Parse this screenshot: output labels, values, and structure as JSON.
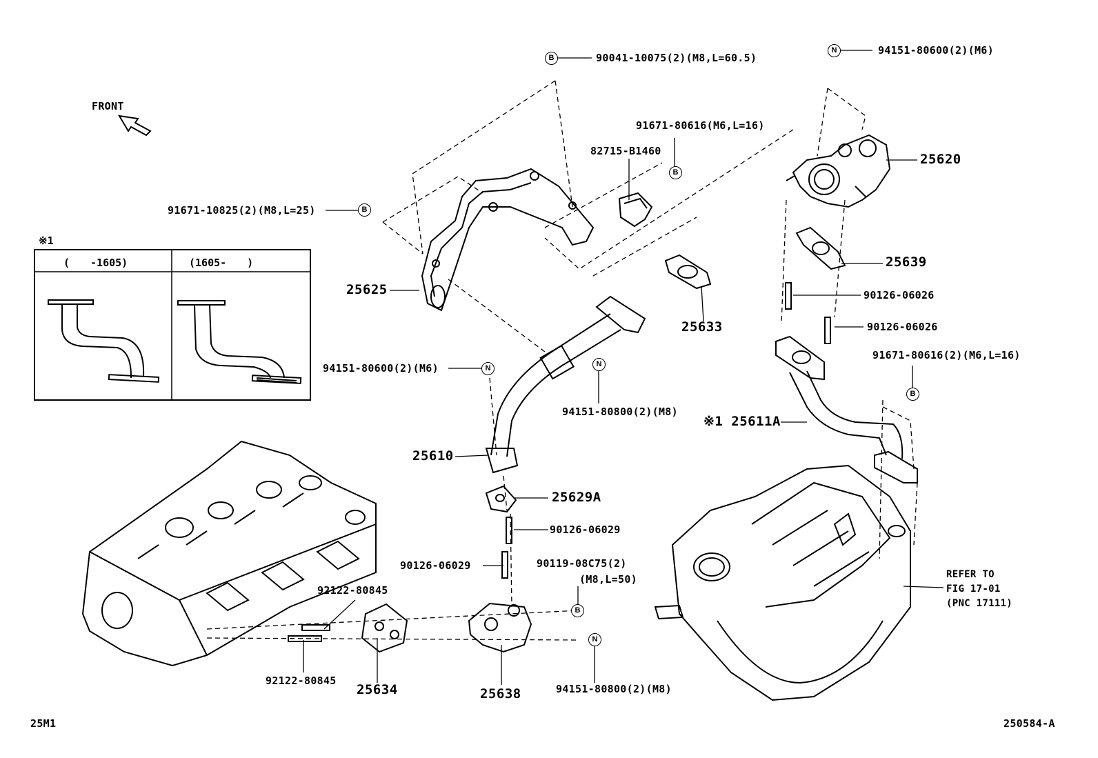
{
  "diagram": {
    "front_label": "FRONT",
    "figure_code": "25M1",
    "figure_id": "250584-A",
    "inset": {
      "mark": "※1",
      "col1_header": "(　　-1605)",
      "col2_header": "(1605-　　)"
    },
    "bolt_marks": {
      "b": "B",
      "n": "N"
    },
    "labels": {
      "p90041": "90041-10075(2)(M8,L=60.5)",
      "p94151_top": "94151-80600(2)(M6)",
      "p91671_80616_a": "91671-80616(M6,L=16)",
      "p82715": "82715-B1460",
      "p91671_10825": "91671-10825(2)(M8,L=25)",
      "p25620": "25620",
      "p25639": "25639",
      "p25625": "25625",
      "p25633": "25633",
      "p90126_06026_a": "90126-06026",
      "p90126_06026_b": "90126-06026",
      "p91671_80616_b": "91671-80616(2)(M6,L=16)",
      "p94151_80600_mid": "94151-80600(2)(M6)",
      "p94151_80800_mid": "94151-80800(2)(M8)",
      "p25611A": "※1 25611A",
      "p25610": "25610",
      "p25629A": "25629A",
      "p90126_06029_a": "90126-06029",
      "p90126_06029_b": "90126-06029",
      "p90119_a": "90119-08C75(2)",
      "p90119_b": "(M8,L=50)",
      "p92122_a": "92122-80845",
      "p92122_b": "92122-80845",
      "p25634": "25634",
      "p25638": "25638",
      "p94151_80800_bot": "94151-80800(2)(M8)",
      "refer_1": "REFER TO",
      "refer_2": "FIG 17-01",
      "refer_3": "(PNC 17111)"
    }
  }
}
